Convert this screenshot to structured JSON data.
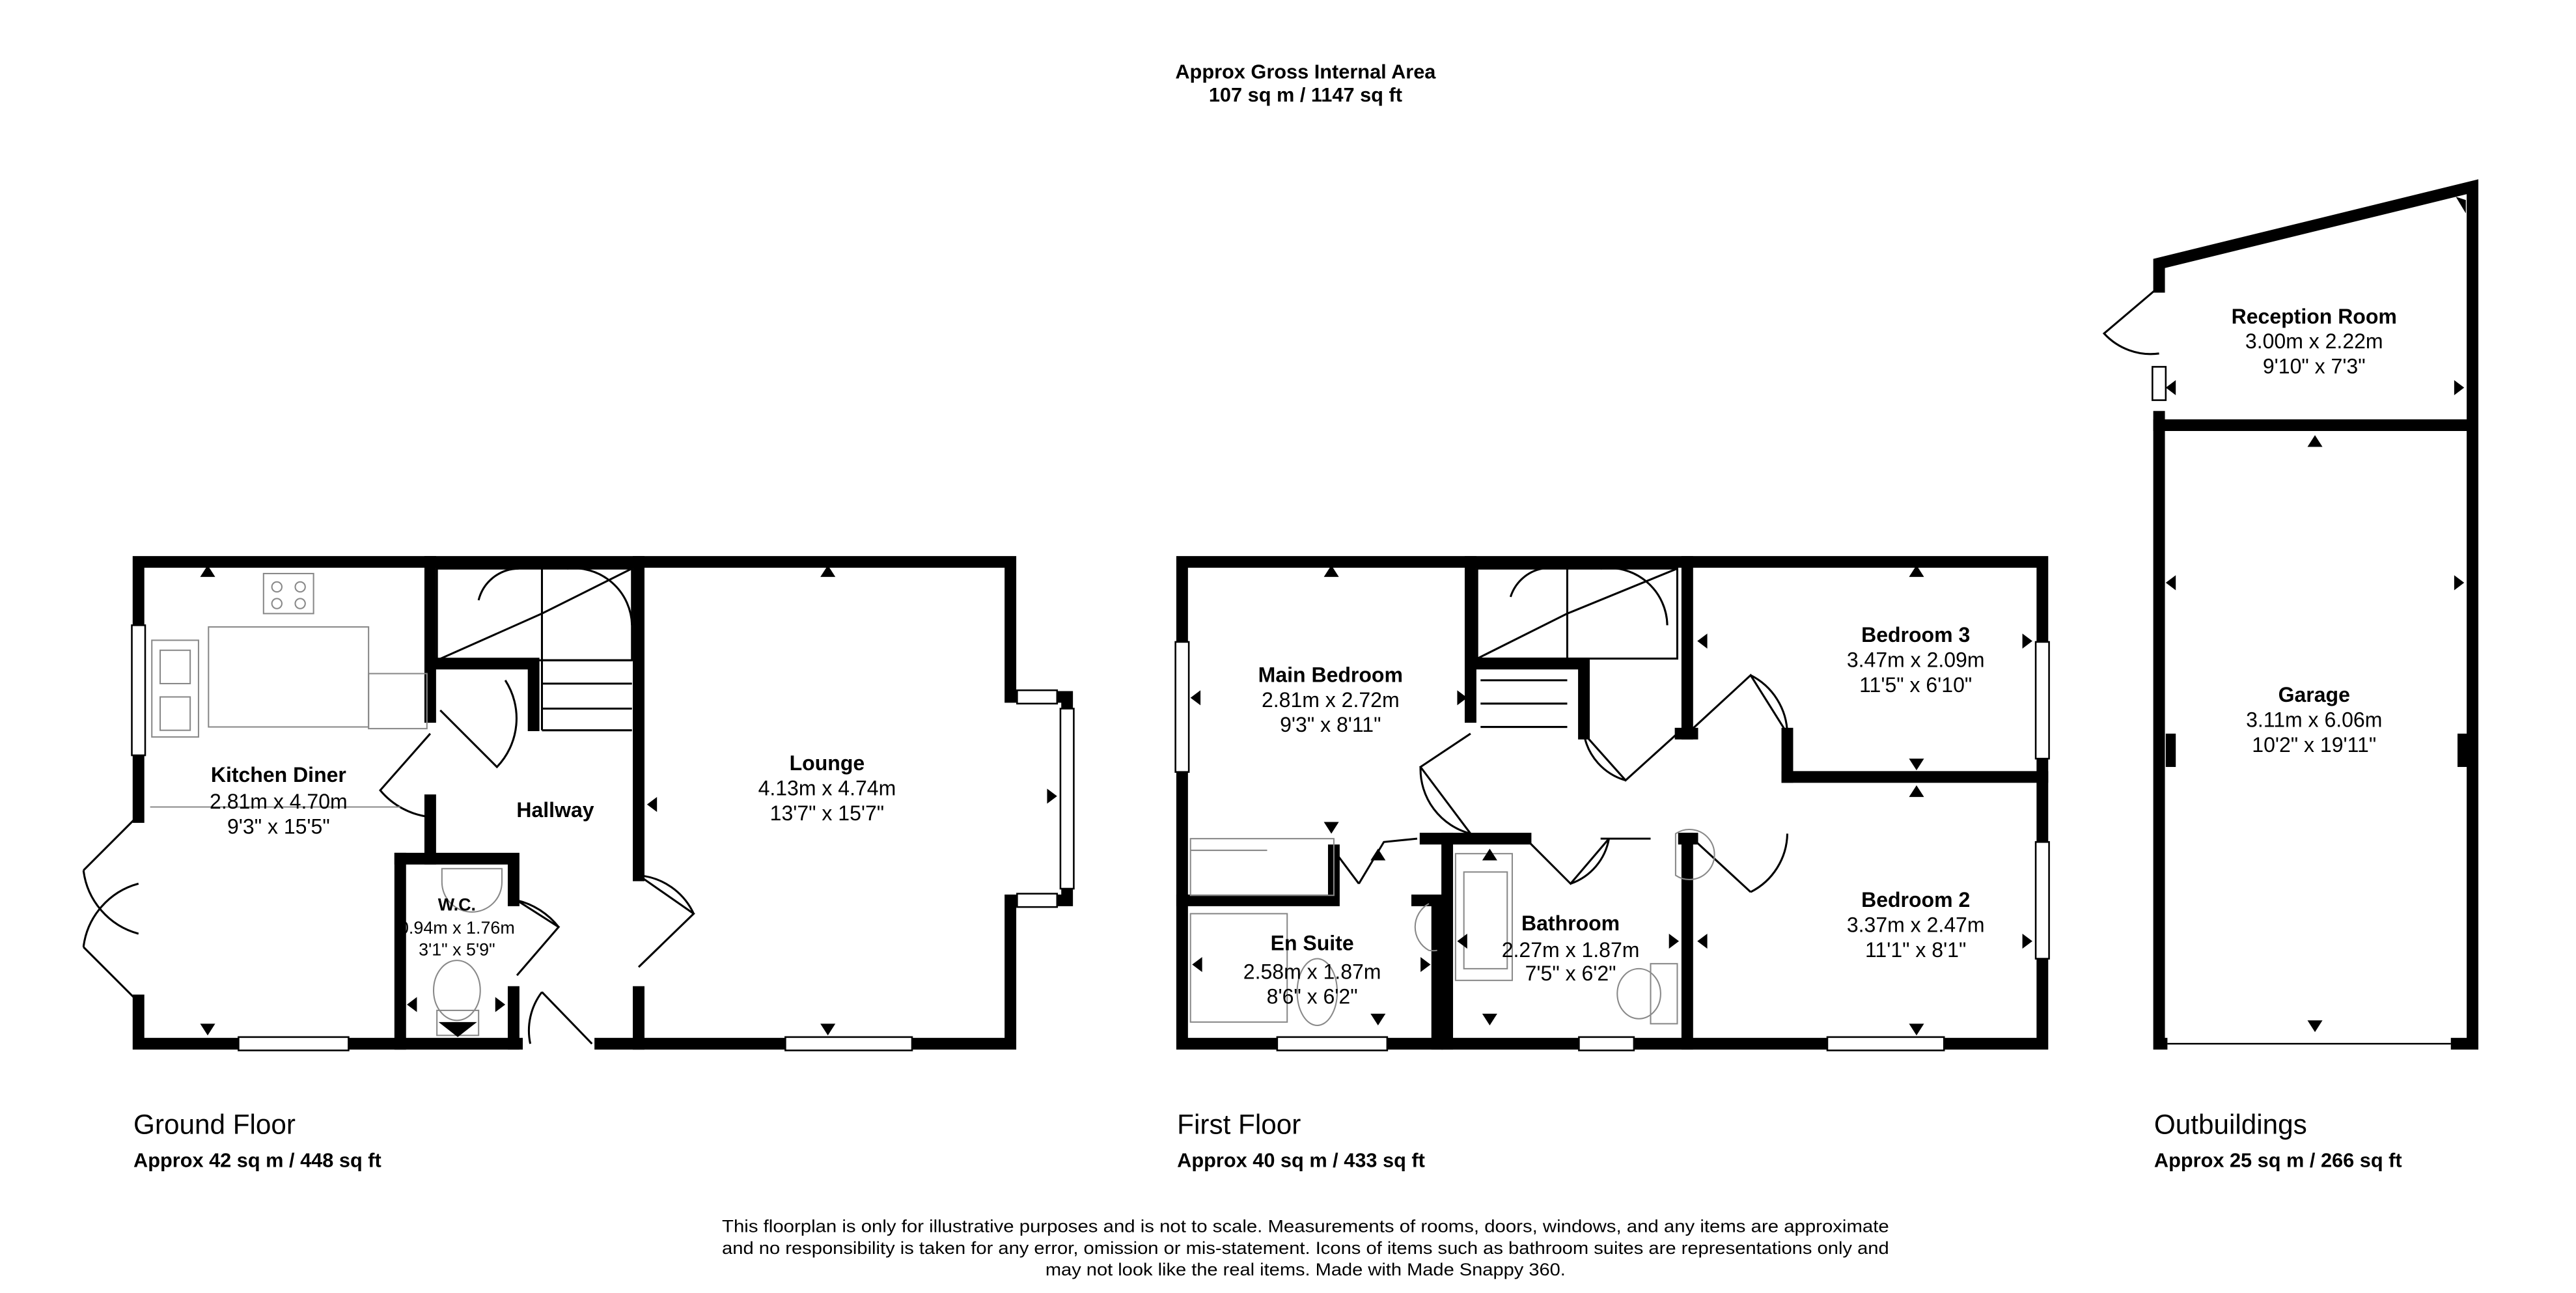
{
  "header": {
    "title": "Approx Gross Internal Area",
    "total": "107 sq m / 1147 sq ft"
  },
  "floors": [
    {
      "name": "Ground Floor",
      "area": "Approx 42 sq m / 448 sq ft",
      "rooms": [
        {
          "name": "Kitchen Diner",
          "metric": "2.81m x 4.70m",
          "imperial": "9'3\" x 15'5\""
        },
        {
          "name": "Hallway"
        },
        {
          "name": "W.C.",
          "metric": "0.94m x 1.76m",
          "imperial": "3'1\" x 5'9\""
        },
        {
          "name": "Lounge",
          "metric": "4.13m x 4.74m",
          "imperial": "13'7\" x 15'7\""
        }
      ]
    },
    {
      "name": "First Floor",
      "area": "Approx 40 sq m / 433 sq ft",
      "rooms": [
        {
          "name": "Main Bedroom",
          "metric": "2.81m x 2.72m",
          "imperial": "9'3\" x 8'11\""
        },
        {
          "name": "Bedroom 3",
          "metric": "3.47m x 2.09m",
          "imperial": "11'5\" x 6'10\""
        },
        {
          "name": "En Suite",
          "metric": "2.58m x 1.87m",
          "imperial": "8'6\" x 6'2\""
        },
        {
          "name": "Bathroom",
          "metric": "2.27m x 1.87m",
          "imperial": "7'5\" x 6'2\""
        },
        {
          "name": "Bedroom 2",
          "metric": "3.37m x 2.47m",
          "imperial": "11'1\" x 8'1\""
        }
      ]
    },
    {
      "name": "Outbuildings",
      "area": "Approx 25 sq m / 266 sq ft",
      "rooms": [
        {
          "name": "Reception Room",
          "metric": "3.00m x 2.22m",
          "imperial": "9'10\" x 7'3\""
        },
        {
          "name": "Garage",
          "metric": "3.11m x 6.06m",
          "imperial": "10'2\" x 19'11\""
        }
      ]
    }
  ],
  "disclaimer": [
    "This floorplan is only for illustrative purposes and is not to scale. Measurements of rooms, doors, windows, and any items are approximate",
    "and no responsibility is taken for any error, omission or mis-statement. Icons of items such as bathroom suites are representations only and",
    "may not look like the real items. Made with Made Snappy 360."
  ]
}
